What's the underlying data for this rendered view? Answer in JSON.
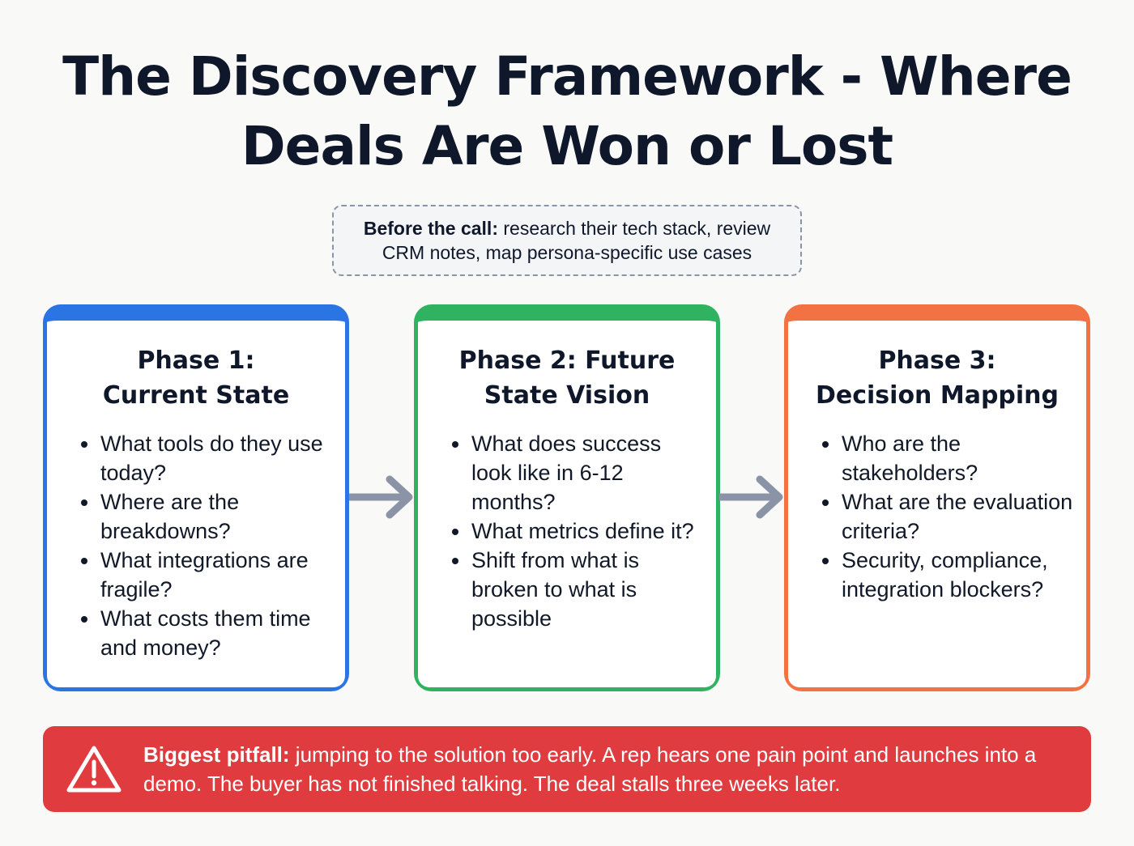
{
  "title": {
    "line1": "The Discovery Framework - Where",
    "line2": "Deals Are Won or Lost"
  },
  "prep_note": {
    "label": "Before the call:",
    "text": " research their tech stack, review CRM notes, map persona-specific use cases"
  },
  "phases": [
    {
      "title_line1": "Phase 1:",
      "title_line2": "Current State",
      "color": "#2b74e4",
      "items": [
        "What tools do they use today?",
        "Where are the breakdowns?",
        "What integrations are fragile?",
        "What costs them time and money?"
      ]
    },
    {
      "title_line1": "Phase 2: Future",
      "title_line2": "State Vision",
      "color": "#2fb360",
      "items": [
        "What does success look like in 6-12 months?",
        "What metrics define it?",
        "Shift from what is broken to what is possible"
      ]
    },
    {
      "title_line1": "Phase 3:",
      "title_line2": "Decision Mapping",
      "color": "#f27244",
      "items": [
        "Who are the stakeholders?",
        "What are the evaluation criteria?",
        "Security, compliance, integration blockers?"
      ]
    }
  ],
  "arrows": [
    {
      "icon": "arrow-right-icon",
      "from": "Phase 1",
      "to": "Phase 2",
      "color": "#8a94a6"
    },
    {
      "icon": "arrow-right-icon",
      "from": "Phase 2",
      "to": "Phase 3",
      "color": "#8a94a6"
    }
  ],
  "pitfall": {
    "icon": "warning-triangle-icon",
    "label": "Biggest pitfall:",
    "text": " jumping to the solution too early. A rep hears one pain point and launches into a demo. The buyer has not finished talking. The deal stalls three weeks later.",
    "color": "#e03c3f"
  }
}
